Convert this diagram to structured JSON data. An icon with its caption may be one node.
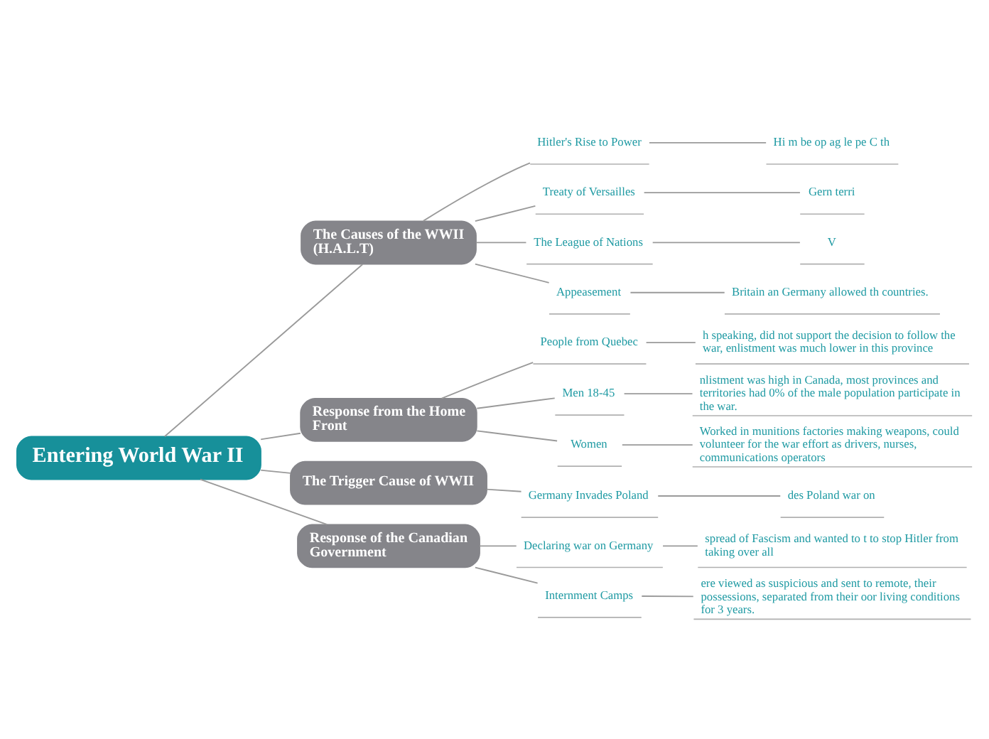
{
  "diagram": {
    "nodes": [
      {
        "text": [
          "Entering World War II"
        ]
      },
      {
        "text": [
          "The Causes of the WWII (H.A.L.T)"
        ]
      },
      {
        "text": [
          "Hitler's Rise to Power"
        ]
      },
      {
        "text": [
          "Hi m be op ag le pe C th"
        ]
      },
      {
        "text": [
          "Treaty of Versailles"
        ]
      },
      {
        "text": [
          "Gern terri"
        ]
      },
      {
        "text": [
          "The League of Nations"
        ]
      },
      {
        "text": [
          "V"
        ]
      },
      {
        "text": [
          "Appeasement"
        ]
      },
      {
        "text": [
          "Britain an Germany allowed th countries."
        ]
      },
      {
        "text": [
          "Response from the Home Front"
        ]
      },
      {
        "text": [
          "People from Quebec"
        ]
      },
      {
        "text": [
          "h speaking, did not support the decision to follow the war, enlistment was much lower in this province"
        ]
      },
      {
        "text": [
          "Men 18-45"
        ]
      },
      {
        "text": [
          "nlistment was high in Canada, most provinces and territories had 0% of the male population participate in the war."
        ]
      },
      {
        "text": [
          "Women"
        ]
      },
      {
        "text": [
          "Worked in munitions factories making weapons, could volunteer for the war effort as drivers, nurses, communications operators"
        ]
      },
      {
        "text": [
          "The Trigger Cause of WWII"
        ]
      },
      {
        "text": [
          "Germany Invades Poland"
        ]
      },
      {
        "text": [
          "des Poland war on"
        ]
      },
      {
        "text": [
          "Response of the Canadian Government"
        ]
      },
      {
        "text": [
          "Declaring war on Germany"
        ]
      },
      {
        "text": [
          "spread of Fascism and wanted to t to stop Hitler from taking over all"
        ]
      },
      {
        "text": [
          "Internment Camps"
        ]
      },
      {
        "text": [
          "ere viewed as suspicious and sent to remote, their possessions, separated from their oor living conditions for 3 years."
        ]
      }
    ],
    "edges": [
      {
        "from": 0,
        "to": 1,
        "arrow": "none"
      },
      {
        "from": 1,
        "to": 2,
        "arrow": "none"
      },
      {
        "from": 2,
        "to": 3,
        "arrow": "none"
      },
      {
        "from": 1,
        "to": 4,
        "arrow": "none"
      },
      {
        "from": 4,
        "to": 5,
        "arrow": "none"
      },
      {
        "from": 1,
        "to": 6,
        "arrow": "none"
      },
      {
        "from": 6,
        "to": 7,
        "arrow": "none"
      },
      {
        "from": 1,
        "to": 8,
        "arrow": "none"
      },
      {
        "from": 8,
        "to": 9,
        "arrow": "none"
      },
      {
        "from": 0,
        "to": 10,
        "arrow": "none"
      },
      {
        "from": 10,
        "to": 11,
        "arrow": "none"
      },
      {
        "from": 11,
        "to": 12,
        "arrow": "none"
      },
      {
        "from": 10,
        "to": 13,
        "arrow": "none"
      },
      {
        "from": 13,
        "to": 14,
        "arrow": "none"
      },
      {
        "from": 10,
        "to": 15,
        "arrow": "none"
      },
      {
        "from": 15,
        "to": 16,
        "arrow": "none"
      },
      {
        "from": 0,
        "to": 17,
        "arrow": "none"
      },
      {
        "from": 17,
        "to": 18,
        "arrow": "none"
      },
      {
        "from": 18,
        "to": 19,
        "arrow": "none"
      },
      {
        "from": 0,
        "to": 20,
        "arrow": "none"
      },
      {
        "from": 20,
        "to": 21,
        "arrow": "none"
      },
      {
        "from": 21,
        "to": 22,
        "arrow": "none"
      },
      {
        "from": 20,
        "to": 23,
        "arrow": "none"
      },
      {
        "from": 23,
        "to": 24,
        "arrow": "none"
      }
    ]
  }
}
